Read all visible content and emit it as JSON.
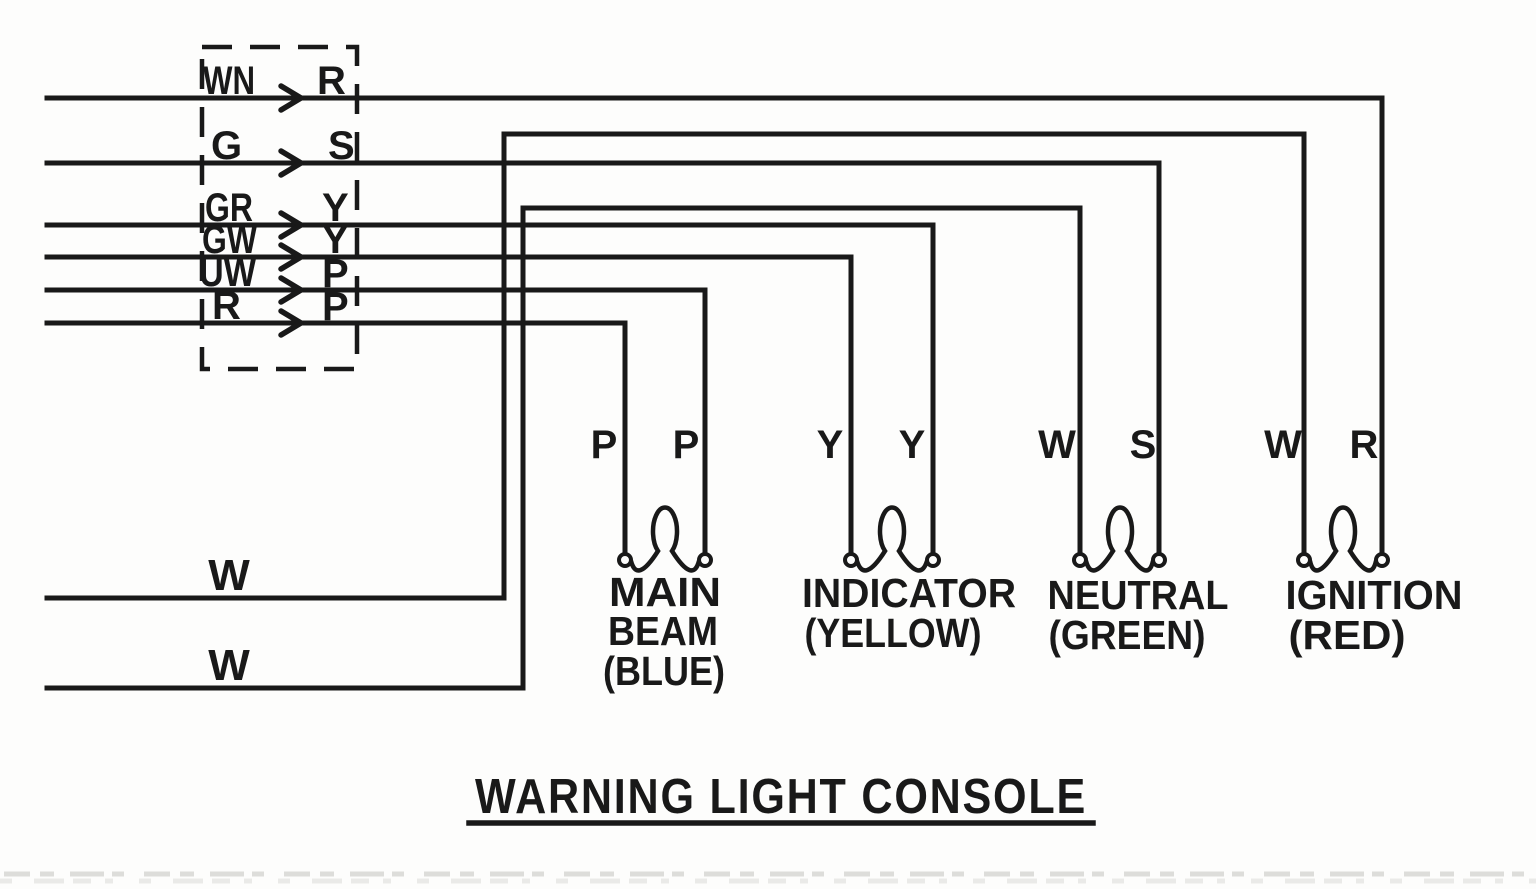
{
  "title": {
    "text": "WARNING LIGHT CONSOLE"
  },
  "connector_block": {
    "rows": [
      {
        "input_code": "WN",
        "output_code": "R"
      },
      {
        "input_code": "G",
        "output_code": "S"
      },
      {
        "input_code": "GR",
        "output_code": "Y"
      },
      {
        "input_code": "GW",
        "output_code": "Y"
      },
      {
        "input_code": "UW",
        "output_code": "P"
      },
      {
        "input_code": "R",
        "output_code": "P"
      }
    ]
  },
  "feed_wires": [
    {
      "code": "W"
    },
    {
      "code": "W"
    }
  ],
  "lamps": [
    {
      "name_lines": [
        "MAIN",
        "BEAM",
        "(BLUE)"
      ],
      "left_wire_code": "P",
      "right_wire_code": "P"
    },
    {
      "name_lines": [
        "INDICATOR",
        "(YELLOW)"
      ],
      "left_wire_code": "Y",
      "right_wire_code": "Y"
    },
    {
      "name_lines": [
        "NEUTRAL",
        "(GREEN)"
      ],
      "left_wire_code": "W",
      "right_wire_code": "S"
    },
    {
      "name_lines": [
        "IGNITION",
        "(RED)"
      ],
      "left_wire_code": "W",
      "right_wire_code": "R"
    }
  ],
  "colors": {
    "ink": "#191919",
    "paper": "#fdfdfc"
  }
}
